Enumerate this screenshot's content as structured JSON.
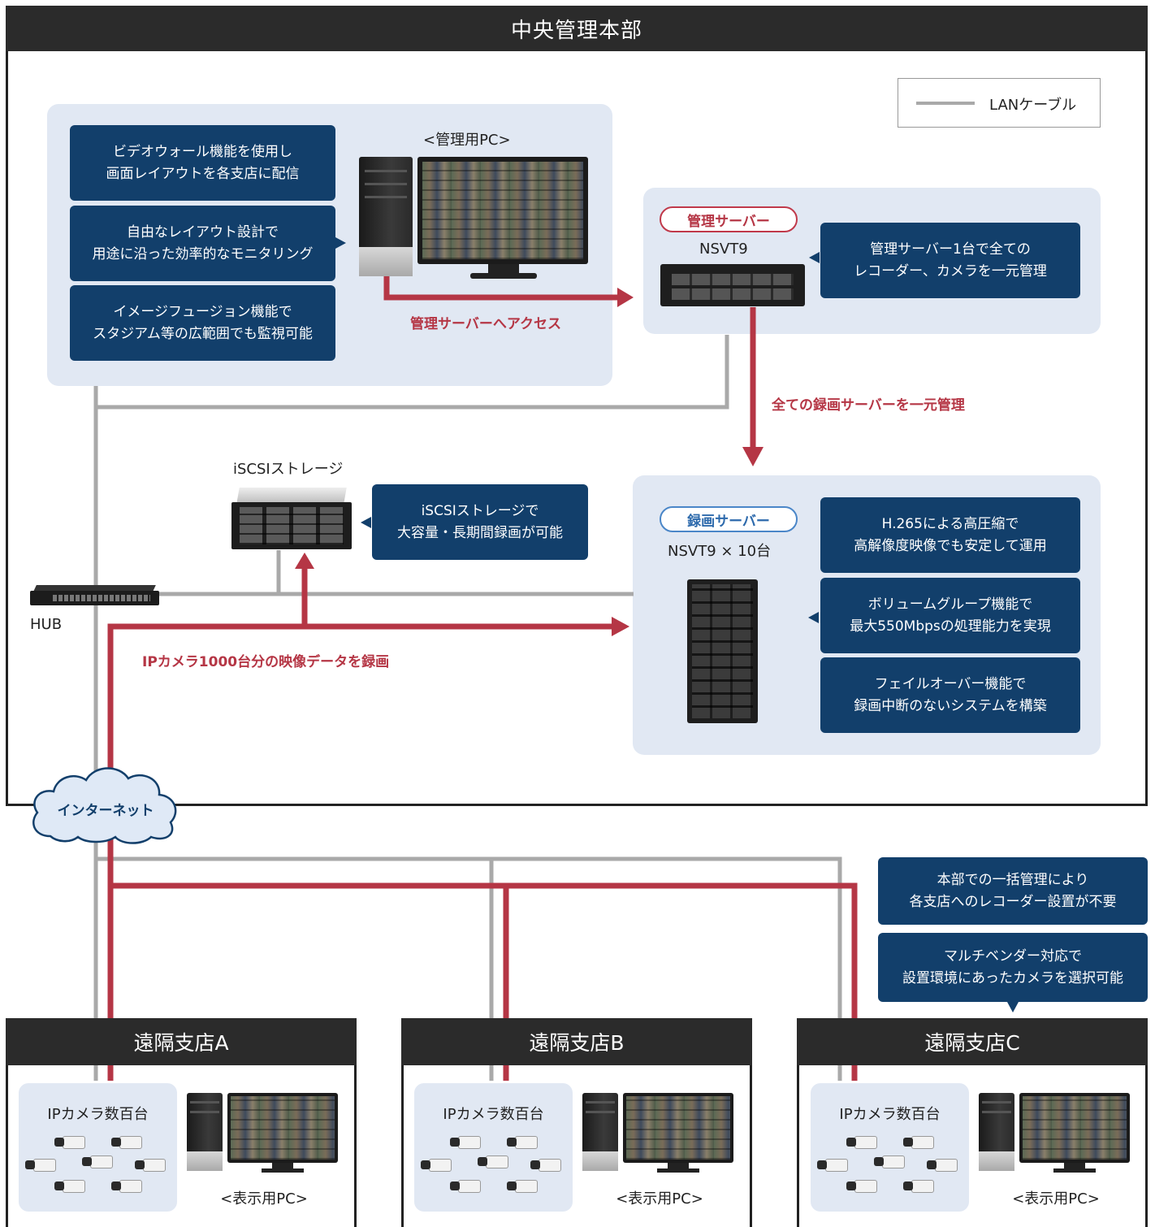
{
  "headquarters": {
    "title": "中央管理本部"
  },
  "legend": {
    "label": "LANケーブル"
  },
  "management_pc": {
    "title": "<管理用PC>",
    "features": [
      "ビデオウォール機能を使用し\n画面レイアウトを各支店に配信",
      "自由なレイアウト設計で\n用途に沿った効率的なモニタリング",
      "イメージフュージョン機能で\nスタジアム等の広範囲でも監視可能"
    ],
    "access_label": "管理サーバーへアクセス"
  },
  "management_server": {
    "pill": "管理サーバー",
    "model": "NSVT9",
    "feature": "管理サーバー1台で全ての\nレコーダー、カメラを一元管理"
  },
  "central_label": "全ての録画サーバーを一元管理",
  "storage": {
    "title": "iSCSIストレージ",
    "feature": "iSCSIストレージで\n大容量・長期間録画が可能"
  },
  "recording_server": {
    "pill": "録画サーバー",
    "model": "NSVT9 × 10台",
    "features": [
      "H.265による高圧縮で\n高解像度映像でも安定して運用",
      "ボリュームグループ機能で\n最大550Mbpsの処理能力を実現",
      "フェイルオーバー機能で\n録画中断のないシステムを構築"
    ]
  },
  "hub": {
    "label": "HUB"
  },
  "record_label": "IPカメラ1000台分の映像データを録画",
  "internet": {
    "label": "インターネット"
  },
  "branch_notes": [
    "本部での一括管理により\n各支店へのレコーダー設置が不要",
    "マルチベンダー対応で\n設置環境にあったカメラを選択可能"
  ],
  "branches": [
    {
      "name": "遠隔支店A",
      "cameras": "IPカメラ数百台",
      "pc": "<表示用PC>"
    },
    {
      "name": "遠隔支店B",
      "cameras": "IPカメラ数百台",
      "pc": "<表示用PC>"
    },
    {
      "name": "遠隔支店C",
      "cameras": "IPカメラ数百台",
      "pc": "<表示用PC>"
    }
  ],
  "colors": {
    "dark_bar": "#2b2b2b",
    "box_navy": "#123f6b",
    "panel": "#e1e8f3",
    "lan_gray": "#a9a9a9",
    "red": "#b53645"
  }
}
